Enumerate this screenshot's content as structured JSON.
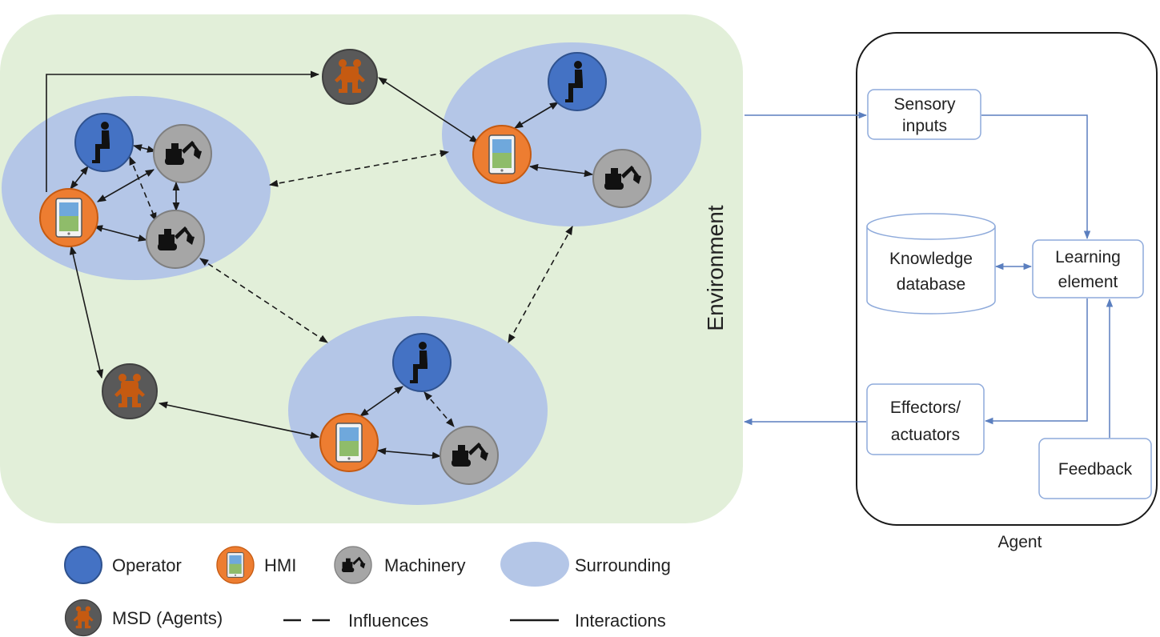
{
  "environment": {
    "label": "Environment"
  },
  "agent": {
    "label": "Agent",
    "sensory_inputs": [
      "Sensory",
      "inputs"
    ],
    "knowledge_database": [
      "Knowledge",
      "database"
    ],
    "learning_element": [
      "Learning",
      "element"
    ],
    "effectors_actuators": [
      "Effectors/",
      "actuators"
    ],
    "feedback": "Feedback"
  },
  "legend": {
    "operator": "Operator",
    "hmi": "HMI",
    "machinery": "Machinery",
    "surrounding": "Surrounding",
    "msd_agents": "MSD (Agents)",
    "influences": "Influences",
    "interactions": "Interactions"
  },
  "colors": {
    "environment_bg": "#e2efd9",
    "surrounding": "#b4c6e7",
    "operator": "#4472c4",
    "hmi": "#ed7d31",
    "machinery": "#a6a6a6",
    "msd": "#595959",
    "msd_figure": "#c55a11",
    "agent_arrow": "#5b7fbf"
  },
  "icons": {
    "operator": "person-silhouette-icon",
    "hmi": "tablet-icon",
    "machinery": "excavator-icon",
    "msd": "robot-icon"
  }
}
